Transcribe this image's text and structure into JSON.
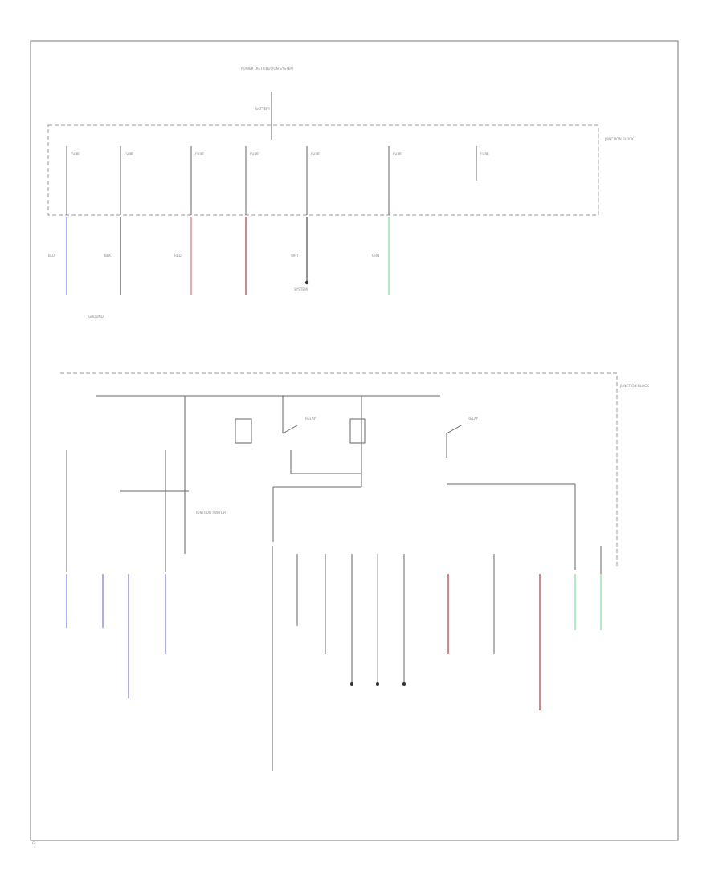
{
  "diagram": {
    "lines": [
      {
        "id": "top-source",
        "text": "POWER DISTRIBUTION SYSTEM"
      },
      {
        "id": "top-fuse",
        "text": "BATTERY"
      },
      {
        "id": "j1",
        "text": "JUNCTION BLOCK"
      },
      {
        "id": "j2",
        "text": "JUNCTION BLOCK"
      },
      {
        "id": "f1",
        "text": "FUSE"
      },
      {
        "id": "f2",
        "text": "FUSE"
      },
      {
        "id": "f3",
        "text": "FUSE"
      },
      {
        "id": "f4",
        "text": "FUSE"
      },
      {
        "id": "f5",
        "text": "FUSE"
      },
      {
        "id": "f6",
        "text": "FUSE"
      },
      {
        "id": "f7",
        "text": "FUSE"
      },
      {
        "id": "w-blu",
        "text": "BLU"
      },
      {
        "id": "w-red",
        "text": "RED"
      },
      {
        "id": "w-grn",
        "text": "GRN"
      },
      {
        "id": "w-blk",
        "text": "BLK"
      },
      {
        "id": "w-wht",
        "text": "WHT"
      },
      {
        "id": "g1",
        "text": "GROUND"
      },
      {
        "id": "sys1",
        "text": "SYSTEM"
      },
      {
        "id": "relay1",
        "text": "RELAY"
      },
      {
        "id": "relay2",
        "text": "RELAY"
      },
      {
        "id": "switch",
        "text": "IGNITION SWITCH"
      },
      {
        "id": "footer",
        "text": "G"
      }
    ]
  },
  "colors": {
    "blue": "#8a8cf0",
    "red": "#e6868a",
    "red_dark": "#d04a50",
    "green": "#8fe59a",
    "gray": "#666666"
  }
}
